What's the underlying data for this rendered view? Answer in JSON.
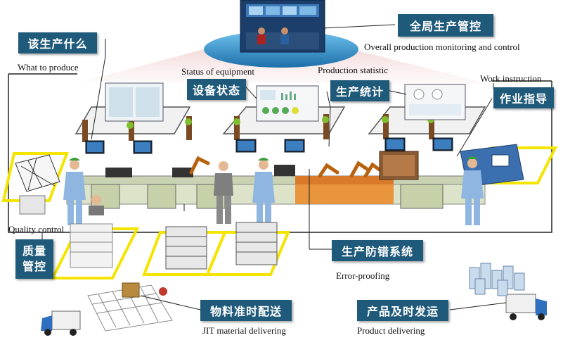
{
  "labels": {
    "overall_zh": "全局生产管控",
    "overall_en": "Overall  production monitoring  and control",
    "what_zh": "该生产什么",
    "what_en": "What to produce",
    "status_zh": "设备状态",
    "status_en": "Status of equipment",
    "stat_zh": "生产统计",
    "stat_en": "Production statistic",
    "work_zh": "作业指导",
    "work_en": "Work instruction",
    "quality_zh_1": "质量",
    "quality_zh_2": "管控",
    "quality_en": "Quality  control",
    "error_zh": "生产防错系统",
    "error_en": "Error-proofing",
    "jit_zh": "物料准时配送",
    "jit_en": "JIT material  delivering",
    "product_zh": "产品及时发运",
    "product_en": "Product delivering"
  },
  "colors": {
    "tag_bg": "#1f5a7a",
    "highlight": "#f5e400",
    "ellipse": "#2b8fc9",
    "floor_line": "#222222"
  }
}
